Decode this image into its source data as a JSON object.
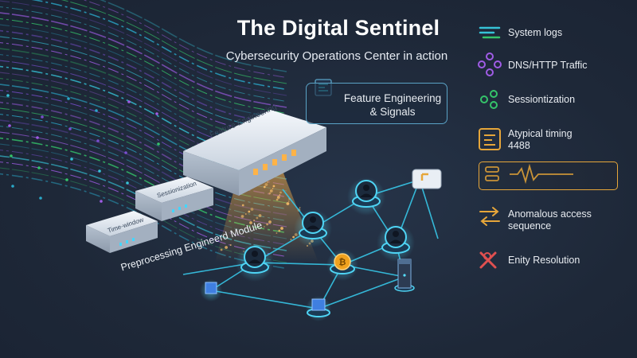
{
  "title": "The Digital Sentinel",
  "subtitle": "Cybersecurity Operations Center in action",
  "callout": {
    "label_line1": "Feature Engineering",
    "label_line2": "& Signals"
  },
  "devices": {
    "large_label": "Feature Engineering",
    "medium_label": "Sessionization",
    "small_label": "Time-window"
  },
  "module_caption": "Preprocessing Engineerd Module",
  "legend": [
    {
      "label": "System logs",
      "icon": "lines-icon",
      "color": "#36c2d6"
    },
    {
      "label": "DNS/HTTP Traffic",
      "icon": "hub-icon",
      "color": "#a05ce6"
    },
    {
      "label": "Sessiontization",
      "icon": "cycle-icon",
      "color": "#35c46a"
    },
    {
      "label_line1": "Atypical timing",
      "label_line2": "4488",
      "icon": "clock-icon",
      "color": "#e6a63a"
    },
    {
      "icon": "waveform-icon",
      "color": "#e6a63a"
    },
    {
      "label_line1": "Anomalous access",
      "label_line2": "sequence",
      "icon": "arrows-icon",
      "color": "#e6a63a"
    },
    {
      "label": "Enity Resolution",
      "icon": "tools-icon",
      "color": "#e05050"
    }
  ],
  "colors": {
    "background": "#1f2a3c",
    "cyan": "#36c2d6",
    "purple": "#a05ce6",
    "green": "#35c46a",
    "orange": "#e6a63a",
    "red": "#e05050"
  }
}
